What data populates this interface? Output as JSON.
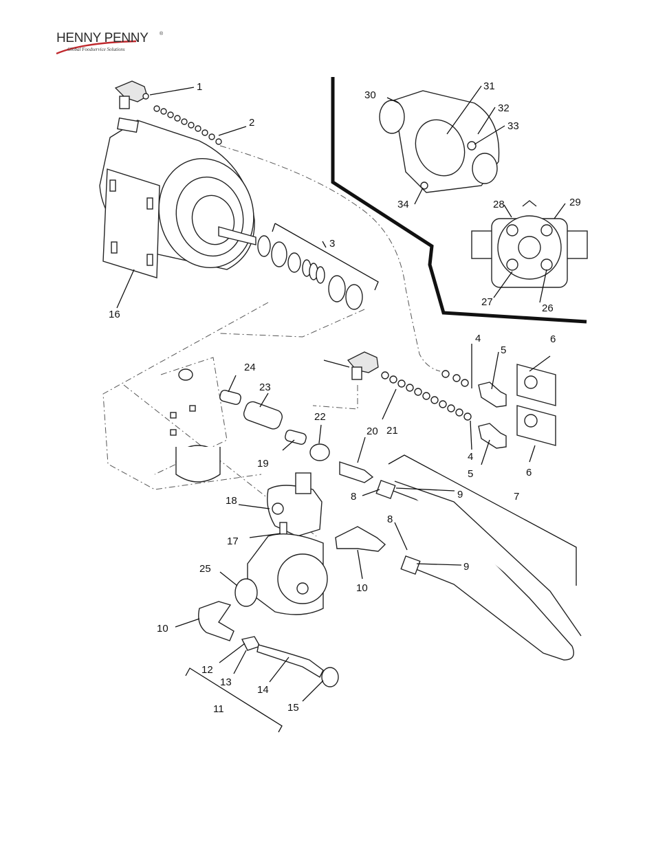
{
  "logo": {
    "name": "HENNY PENNY",
    "registered": "®",
    "tagline": "Global Foodservice Solutions"
  },
  "callouts": [
    "1",
    "2",
    "3",
    "4",
    "5",
    "6",
    "7",
    "8",
    "9",
    "10",
    "11",
    "12",
    "13",
    "14",
    "15",
    "16",
    "17",
    "18",
    "19",
    "20",
    "21",
    "22",
    "23",
    "24",
    "25",
    "26",
    "27",
    "28",
    "29",
    "30",
    "31",
    "32",
    "33",
    "34"
  ]
}
